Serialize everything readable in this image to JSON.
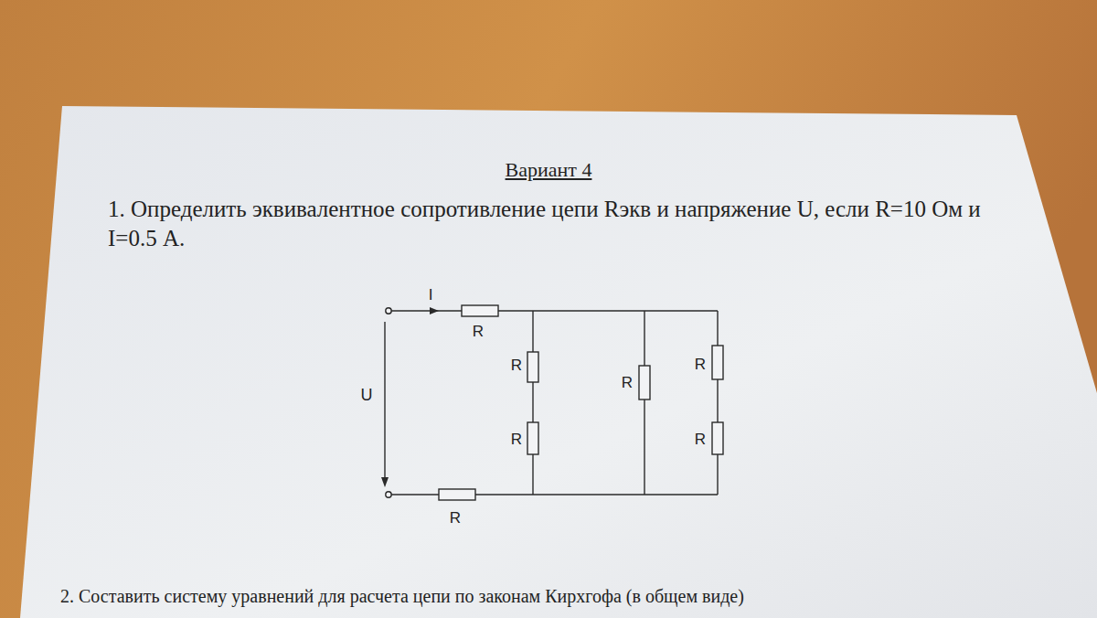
{
  "diagram": {
    "title": "Вариант 4",
    "labels": [
      "I",
      "R",
      "U",
      "R",
      "R",
      "R",
      "R",
      "R",
      "R",
      "1. Определить эквивалентное сопротивление цепи Rэкв и напряжение U, если R=10 Ом и I=0.5 А.",
      "2. Составить систему уравнений для расчета цепи по законам Кирхгофа (в общем виде)"
    ]
  }
}
